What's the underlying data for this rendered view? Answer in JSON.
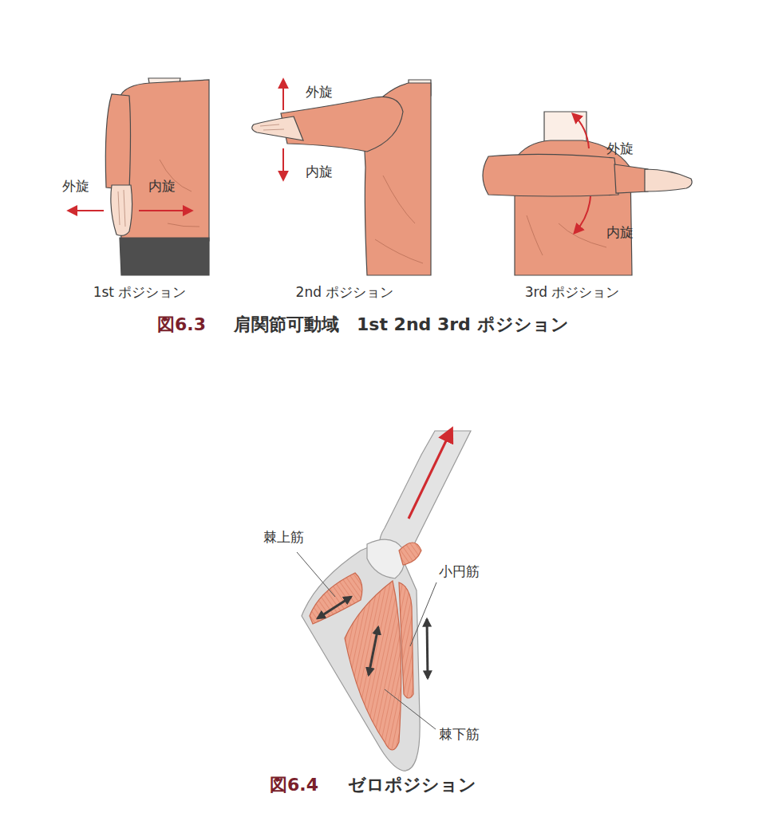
{
  "diagram": {
    "labels": [
      "外旋",
      "内旋",
      "1st ポジション",
      "外旋",
      "内旋",
      "2nd ポジション",
      "外旋",
      "内旋",
      "3rd ポジション",
      "図6.3",
      "肩関節可動域　1st 2nd 3rd ポジション",
      "棘上筋",
      "小円筋",
      "棘下筋",
      "図6.4",
      "ゼロポジション"
    ]
  }
}
